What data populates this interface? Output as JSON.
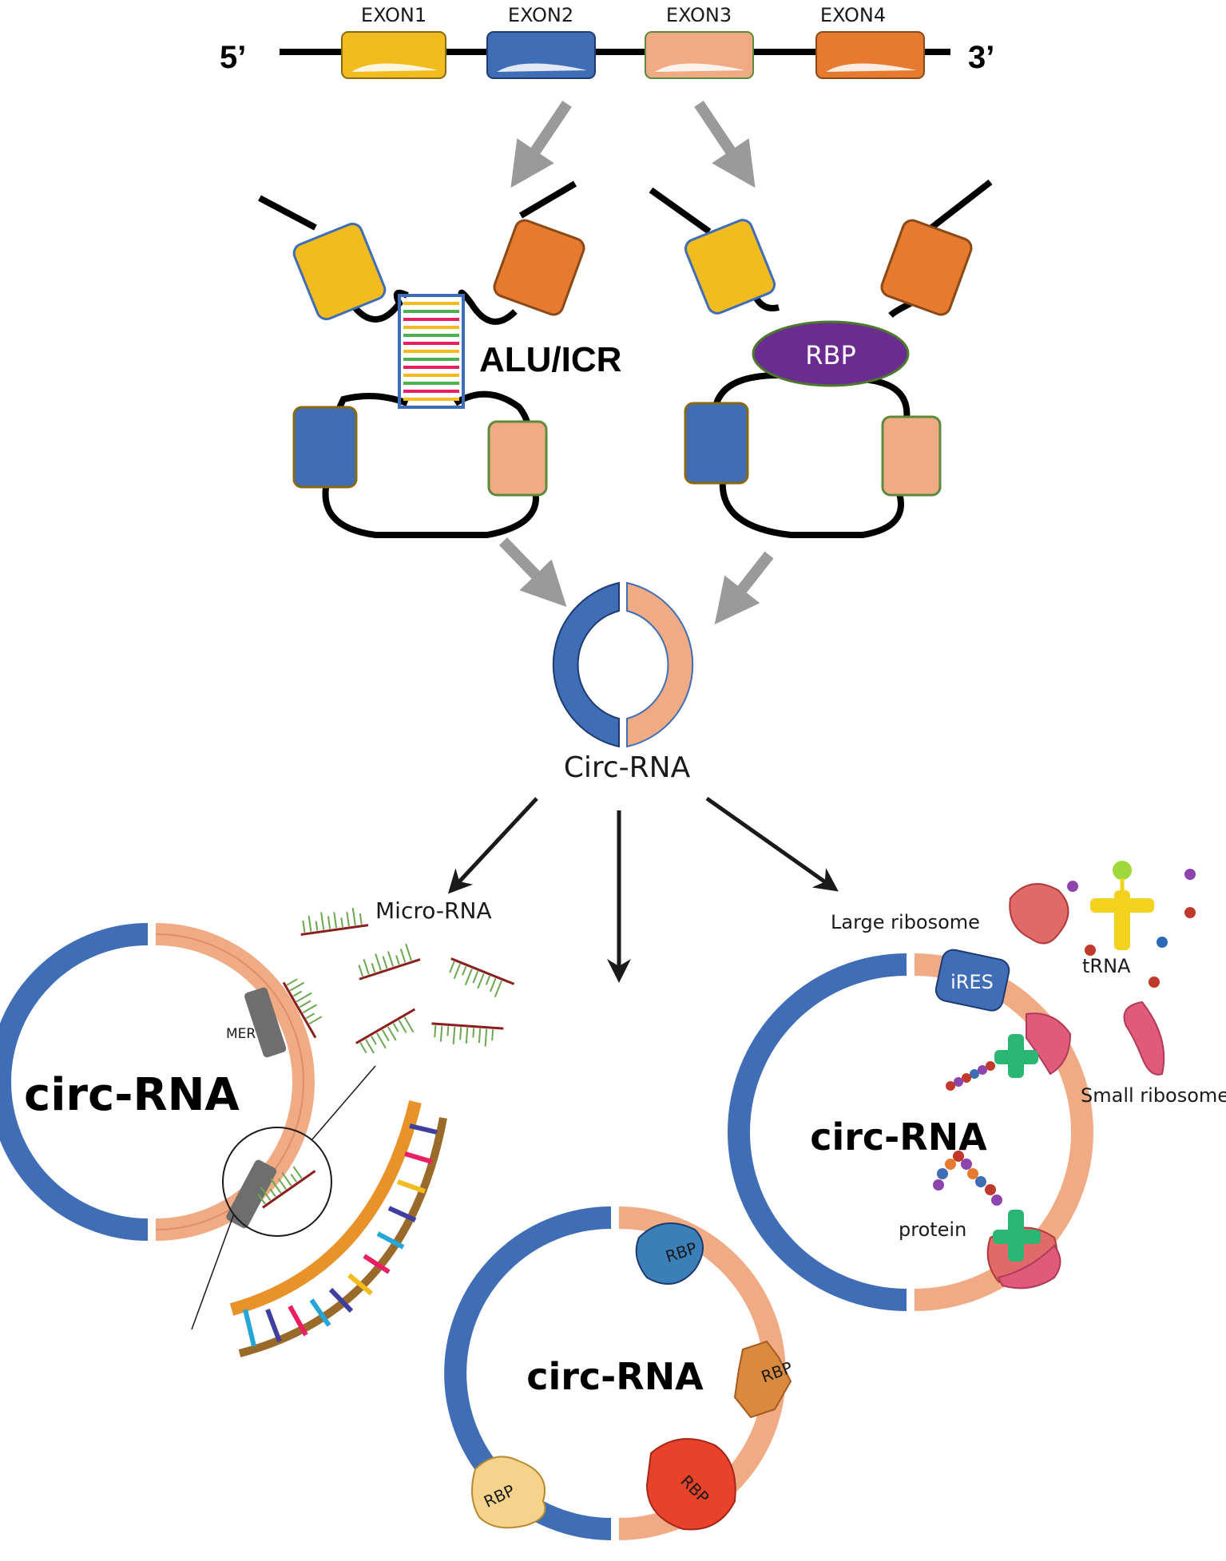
{
  "gene": {
    "five_prime": "5’",
    "three_prime": "3’",
    "exons": [
      "EXON1",
      "EXON2",
      "EXON3",
      "EXON4"
    ]
  },
  "pathways": {
    "alu_label": "ALU/ICR",
    "rbp_label": "RBP"
  },
  "product": {
    "label": "Circ-RNA"
  },
  "sponge": {
    "microrna_label": "Micro-RNA",
    "mer_label": "MER",
    "circ_label": "circ-RNA"
  },
  "rbp_binding": {
    "circ_label": "circ-RNA",
    "rbp_labels": [
      "RBP",
      "RBP",
      "RBP",
      "RBP"
    ]
  },
  "translation": {
    "large_ribosome_label": "Large ribosome",
    "trna_label": "tRNA",
    "ires_label": "iRES",
    "small_ribosome_label": "Small ribosome",
    "protein_label": "protein",
    "circ_label": "circ-RNA"
  },
  "colors": {
    "exon1": "#F2BC1E",
    "exon2": "#3F6DB6",
    "exon3": "#F0AB85",
    "exon4": "#E67A2E",
    "rbp_oval": "#6A2C91",
    "arrow_gray": "#9A9A9A"
  }
}
